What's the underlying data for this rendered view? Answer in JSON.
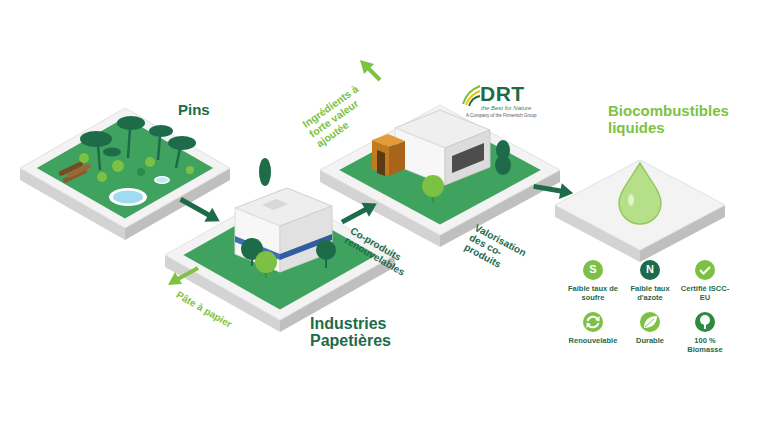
{
  "diagram": {
    "nodes": [
      {
        "text": [
          "Pins"
        ]
      },
      {
        "text": [
          "Industries Papetières"
        ]
      },
      {
        "text": [
          "DRT",
          "the Best for Nature",
          "A Company of the Firmenich Group"
        ]
      },
      {
        "text": [
          "Biocombustibles liquides"
        ]
      },
      {
        "text": [
          "S",
          "Faible taux de soufre"
        ]
      },
      {
        "text": [
          "N",
          "Faible taux d'azote"
        ]
      },
      {
        "text": [
          "Certifié ISCC-EU"
        ]
      },
      {
        "text": [
          "Renouvelable"
        ]
      },
      {
        "text": [
          "Durable"
        ]
      },
      {
        "text": [
          "100 % Biomasse"
        ]
      }
    ],
    "edges": [
      {
        "from": 0,
        "to": 1,
        "arrow": "to"
      },
      {
        "from": 1,
        "to": 2,
        "label": "Co-produits renouvelables",
        "arrow": "to"
      },
      {
        "from": 2,
        "to": 3,
        "label": "Valorisation des co-produits",
        "arrow": "to"
      }
    ],
    "labels": [
      "Pâte à papier",
      "Ingrédients à forte valeur ajoutée"
    ]
  }
}
